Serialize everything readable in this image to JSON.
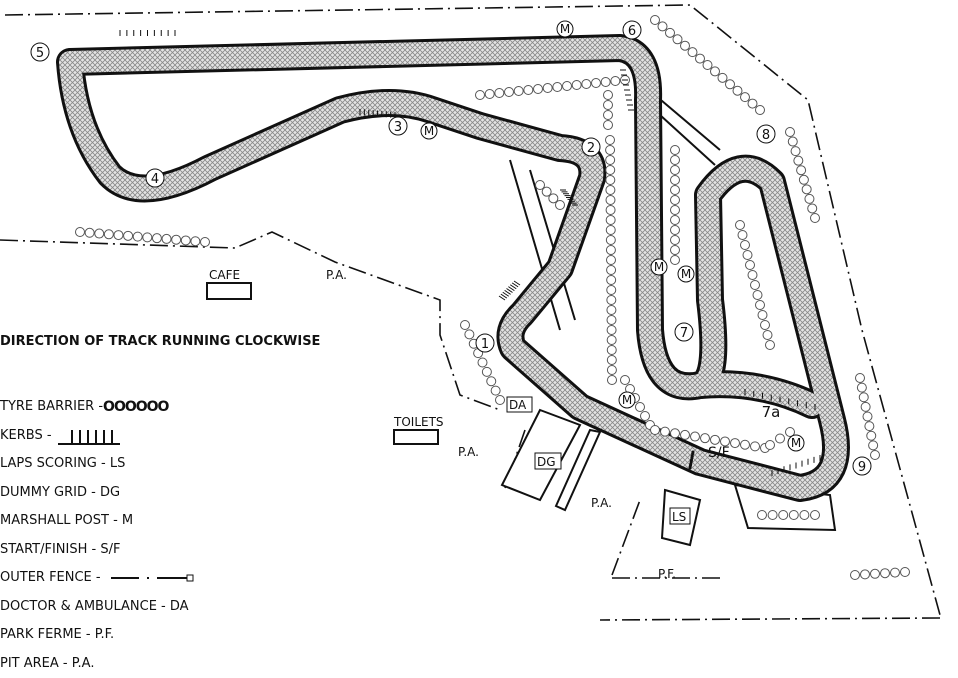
{
  "title": "DIRECTION OF TRACK RUNNING CLOCKWISE",
  "legend": [
    {
      "label": "TYRE BARRIER - ",
      "symbol": "tyre-barrier"
    },
    {
      "label": "KERBS - ",
      "symbol": "kerbs"
    },
    {
      "label": "LAPS SCORING - LS",
      "symbol": ""
    },
    {
      "label": "DUMMY GRID - DG",
      "symbol": ""
    },
    {
      "label": "MARSHALL POST - M",
      "symbol": ""
    },
    {
      "label": "START/FINISH - S/F",
      "symbol": ""
    },
    {
      "label": "OUTER FENCE - ",
      "symbol": "fence"
    },
    {
      "label": "DOCTOR & AMBULANCE - DA",
      "symbol": ""
    },
    {
      "label": "PARK FERME - P.F.",
      "symbol": ""
    },
    {
      "label": "PIT AREA - P.A.",
      "symbol": ""
    }
  ],
  "tyre_symbol": "OOOOOO",
  "turns": [
    "1",
    "2",
    "3",
    "4",
    "5",
    "6",
    "7",
    "7a",
    "8",
    "9"
  ],
  "marshall": "M",
  "places": {
    "cafe": "CAFE",
    "toilets": "TOILETS",
    "pit_area": "P.A.",
    "park_ferme": "P.F.",
    "doctor": "DA",
    "dummy_grid": "DG",
    "laps_scoring": "LS",
    "start_finish": "S/F"
  },
  "colors": {
    "ink": "#111111",
    "track": "#bdbdbd"
  }
}
